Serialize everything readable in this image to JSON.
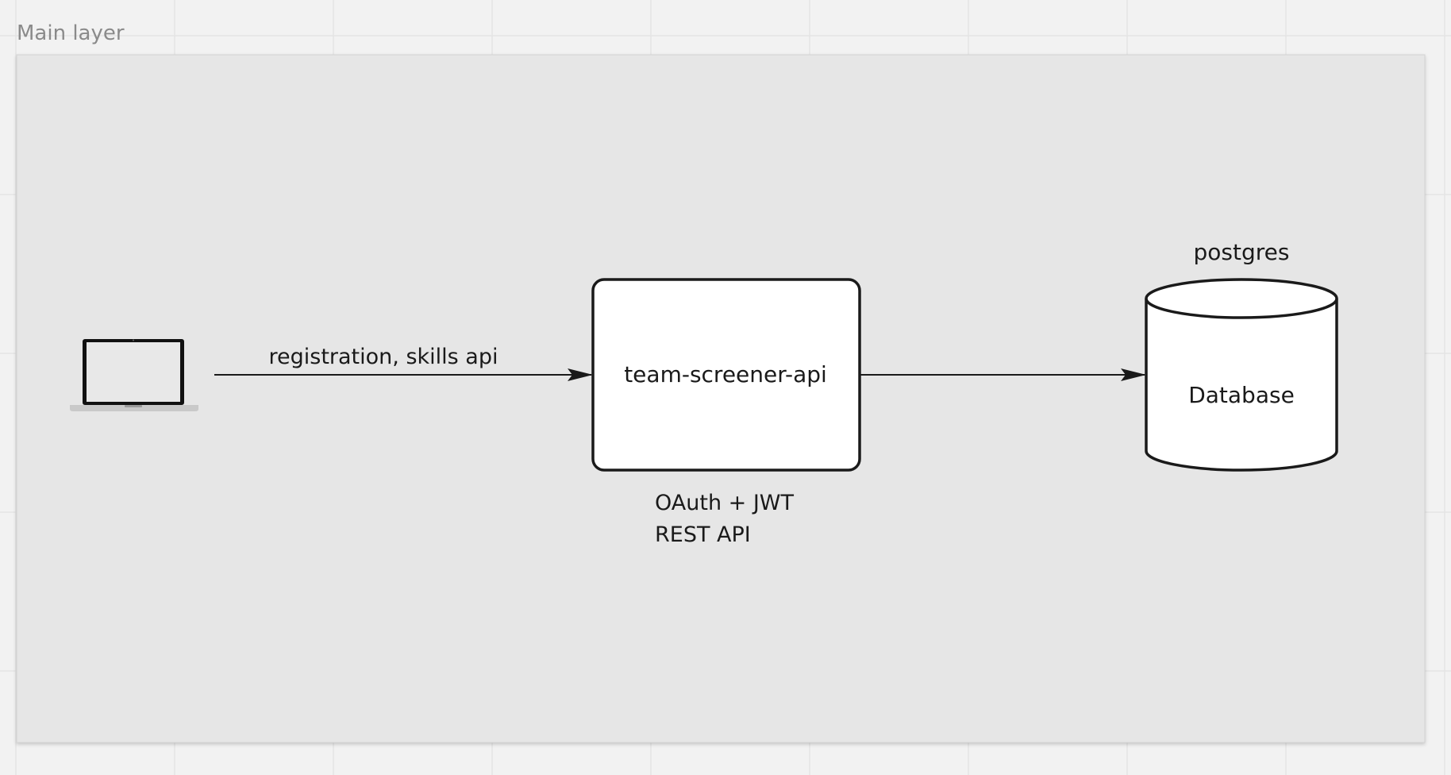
{
  "canvas": {
    "background": "#f2f2f2",
    "grid_color": "#e4e4e4"
  },
  "layer": {
    "label": "Main layer",
    "fill": "#e6e6e6"
  },
  "client": {
    "icon": "laptop-icon"
  },
  "edges": {
    "client_to_api": {
      "label": "registration, skills api"
    },
    "api_to_db": {
      "label": ""
    }
  },
  "api_node": {
    "label": "team-screener-api",
    "notes": [
      "OAuth + JWT",
      "REST API"
    ]
  },
  "db_node": {
    "label": "Database",
    "caption": "postgres"
  },
  "colors": {
    "stroke": "#1a1a1a",
    "node_fill": "#ffffff"
  }
}
